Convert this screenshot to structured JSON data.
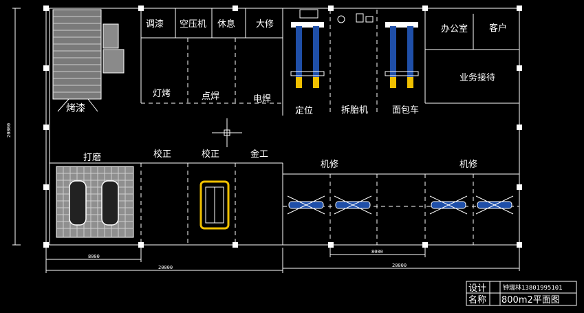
{
  "rooms": {
    "paint_booth": "烤漆",
    "mix_paint": "调漆",
    "air_compressor": "空压机",
    "rest": "休息",
    "major_repair": "大修",
    "paint_bake": "灯烤",
    "spot_weld": "点焊",
    "electric_weld": "电焊",
    "alignment": "定位",
    "tire_changer": "拆胎机",
    "van": "面包车",
    "office": "办公室",
    "customer": "客户",
    "reception": "业务接待",
    "sanding": "打磨",
    "straighten_1": "校正",
    "straighten_2": "校正",
    "metalwork": "金工",
    "mech_repair_1": "机修",
    "mech_repair_2": "机修"
  },
  "dimensions": {
    "left_height": "20000",
    "bottom_left_8000": "8000",
    "bottom_left_20000": "20000",
    "bottom_right_8000": "8000",
    "bottom_right_20000": "20000"
  },
  "title_block": {
    "design_label": "设计",
    "designer": "钟瑞林13801995101",
    "name_label": "名称",
    "drawing_name": "800m2平面图"
  },
  "colors": {
    "background": "#000000",
    "lines": "#ffffff",
    "lift_blue": "#1f4fa8",
    "lift_yellow": "#f0c000",
    "grid_gray": "#9a9a9a"
  }
}
